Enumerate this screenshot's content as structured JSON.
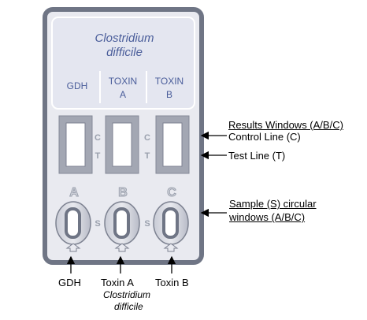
{
  "cassette": {
    "title_line1": "Clostridium",
    "title_line2": "difficile",
    "columns": [
      {
        "line1": "GDH",
        "line2": ""
      },
      {
        "line1": "TOXIN",
        "line2": "A"
      },
      {
        "line1": "TOXIN",
        "line2": "B"
      }
    ],
    "window_marks": {
      "control": "C",
      "test": "T"
    },
    "well_letters": [
      "A",
      "B",
      "C"
    ],
    "sample_mark": "S"
  },
  "callouts": {
    "results_windows": "Results Windows (A/B/C)",
    "control_line": "Control Line (C)",
    "test_line": "Test Line (T)",
    "sample_windows_line1": "Sample (S) circular",
    "sample_windows_line2": "windows (A/B/C)"
  },
  "bottom_labels": {
    "gdh": "GDH",
    "toxin_a": "Toxin A",
    "organism_line1": "Clostridium",
    "organism_line2": "difficile",
    "toxin_b": "Toxin B"
  },
  "colors": {
    "cassette_border": "#6f7585",
    "cassette_fill": "#e9eaf0",
    "header_fill": "#e4e6f0",
    "accent_text": "#4a5d9a"
  }
}
